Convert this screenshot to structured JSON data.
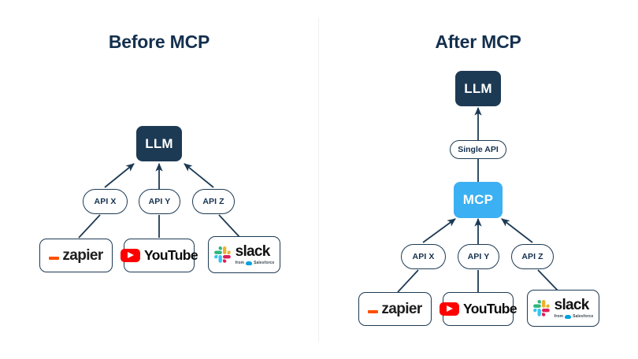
{
  "diagram": {
    "background_color": "#ffffff",
    "accent_dark": "#1d3a54",
    "accent_blue": "#3bb0f2",
    "divider_color": "#f0f0f2"
  },
  "panels": [
    {
      "id": "before",
      "title": "Before MCP",
      "llm": {
        "label": "LLM"
      },
      "apis": [
        {
          "label": "API X"
        },
        {
          "label": "API Y"
        },
        {
          "label": "API Z"
        }
      ],
      "services": [
        {
          "name": "zapier",
          "label": "zapier",
          "brand_color": "#ff4f00"
        },
        {
          "name": "youtube",
          "label": "YouTube",
          "brand_color": "#ff0000"
        },
        {
          "name": "slack",
          "label": "slack",
          "sub_prefix": "from",
          "sub_label": "Salesforce",
          "brand_color": "#00a1e0"
        }
      ]
    },
    {
      "id": "after",
      "title": "After MCP",
      "llm": {
        "label": "LLM"
      },
      "single_api": {
        "label": "Single API"
      },
      "mcp": {
        "label": "MCP"
      },
      "apis": [
        {
          "label": "API X"
        },
        {
          "label": "API Y"
        },
        {
          "label": "API Z"
        }
      ],
      "services": [
        {
          "name": "zapier",
          "label": "zapier",
          "brand_color": "#ff4f00"
        },
        {
          "name": "youtube",
          "label": "YouTube",
          "brand_color": "#ff0000"
        },
        {
          "name": "slack",
          "label": "slack",
          "sub_prefix": "from",
          "sub_label": "Salesforce",
          "brand_color": "#00a1e0"
        }
      ]
    }
  ]
}
